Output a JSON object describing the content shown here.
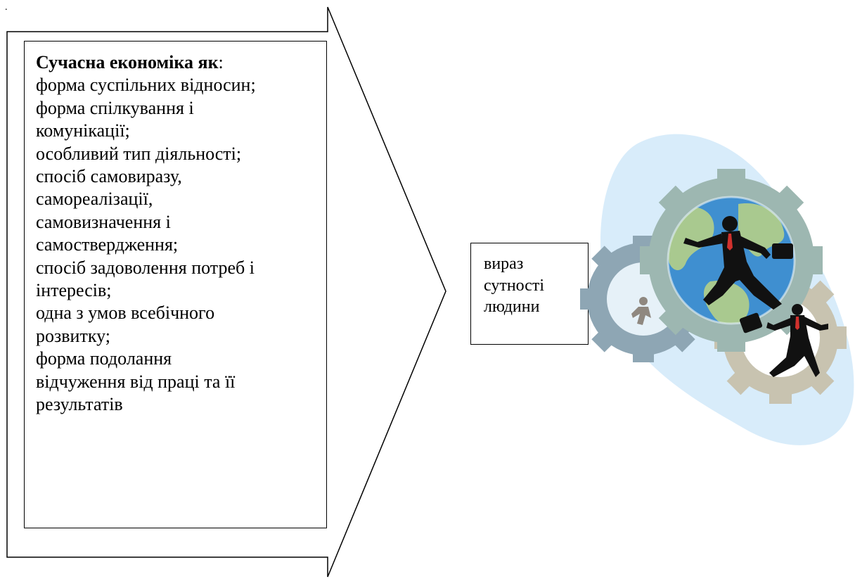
{
  "left_box": {
    "title": "Сучасна економіка як",
    "title_suffix": ":",
    "items": [
      "форма суспільних відносин;",
      "форма спілкування і",
      "комунікації;",
      "особливий тип діяльності;",
      "спосіб самовиразу,",
      "самореалізації,",
      "самовизначення і",
      "самоствердження;",
      "спосіб задоволення потреб і",
      "інтересів;",
      "одна з умов всебічного",
      "розвитку;",
      "форма подолання",
      "відчуження від праці та її",
      "результатів"
    ]
  },
  "right_box": {
    "lines": [
      "вираз",
      "сутності",
      "людини"
    ]
  },
  "marker": ".",
  "illustration": {
    "icon": "business-gears-clipart-icon",
    "colors": {
      "background_blob": "#d8ecfa",
      "big_gear": "#9db7b1",
      "small_gear": "#c8c3b0",
      "back_gear": "#8ea6b4",
      "globe": "#3f8fd0",
      "land": "#a9c98f",
      "suit": "#111111",
      "tie": "#d0312d"
    }
  }
}
